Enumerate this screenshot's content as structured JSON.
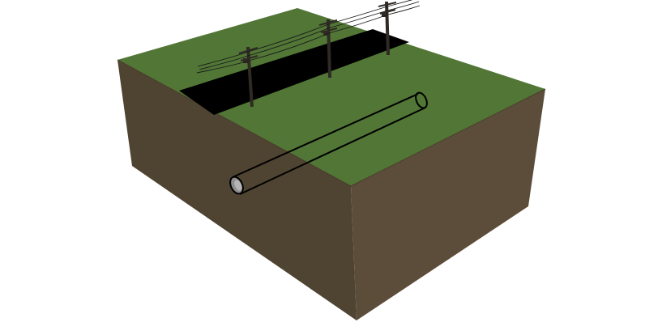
{
  "scene": {
    "colors": {
      "background": "#ffffff",
      "grass": "#517636",
      "soil_front": "#5e4f3c",
      "soil_left": "#4f4332",
      "road": "#000000",
      "pipe_outline": "#000000",
      "pipe_end": "#8f8f8f",
      "pole": "#2f2a24",
      "wire": "#1a1a1a"
    },
    "objects": {
      "ground_block": "ground-block",
      "road": "road-strip",
      "pipe": "underground-pipe",
      "poles": [
        "utility-pole-1",
        "utility-pole-2",
        "utility-pole-3"
      ],
      "wires": "power-lines"
    }
  }
}
